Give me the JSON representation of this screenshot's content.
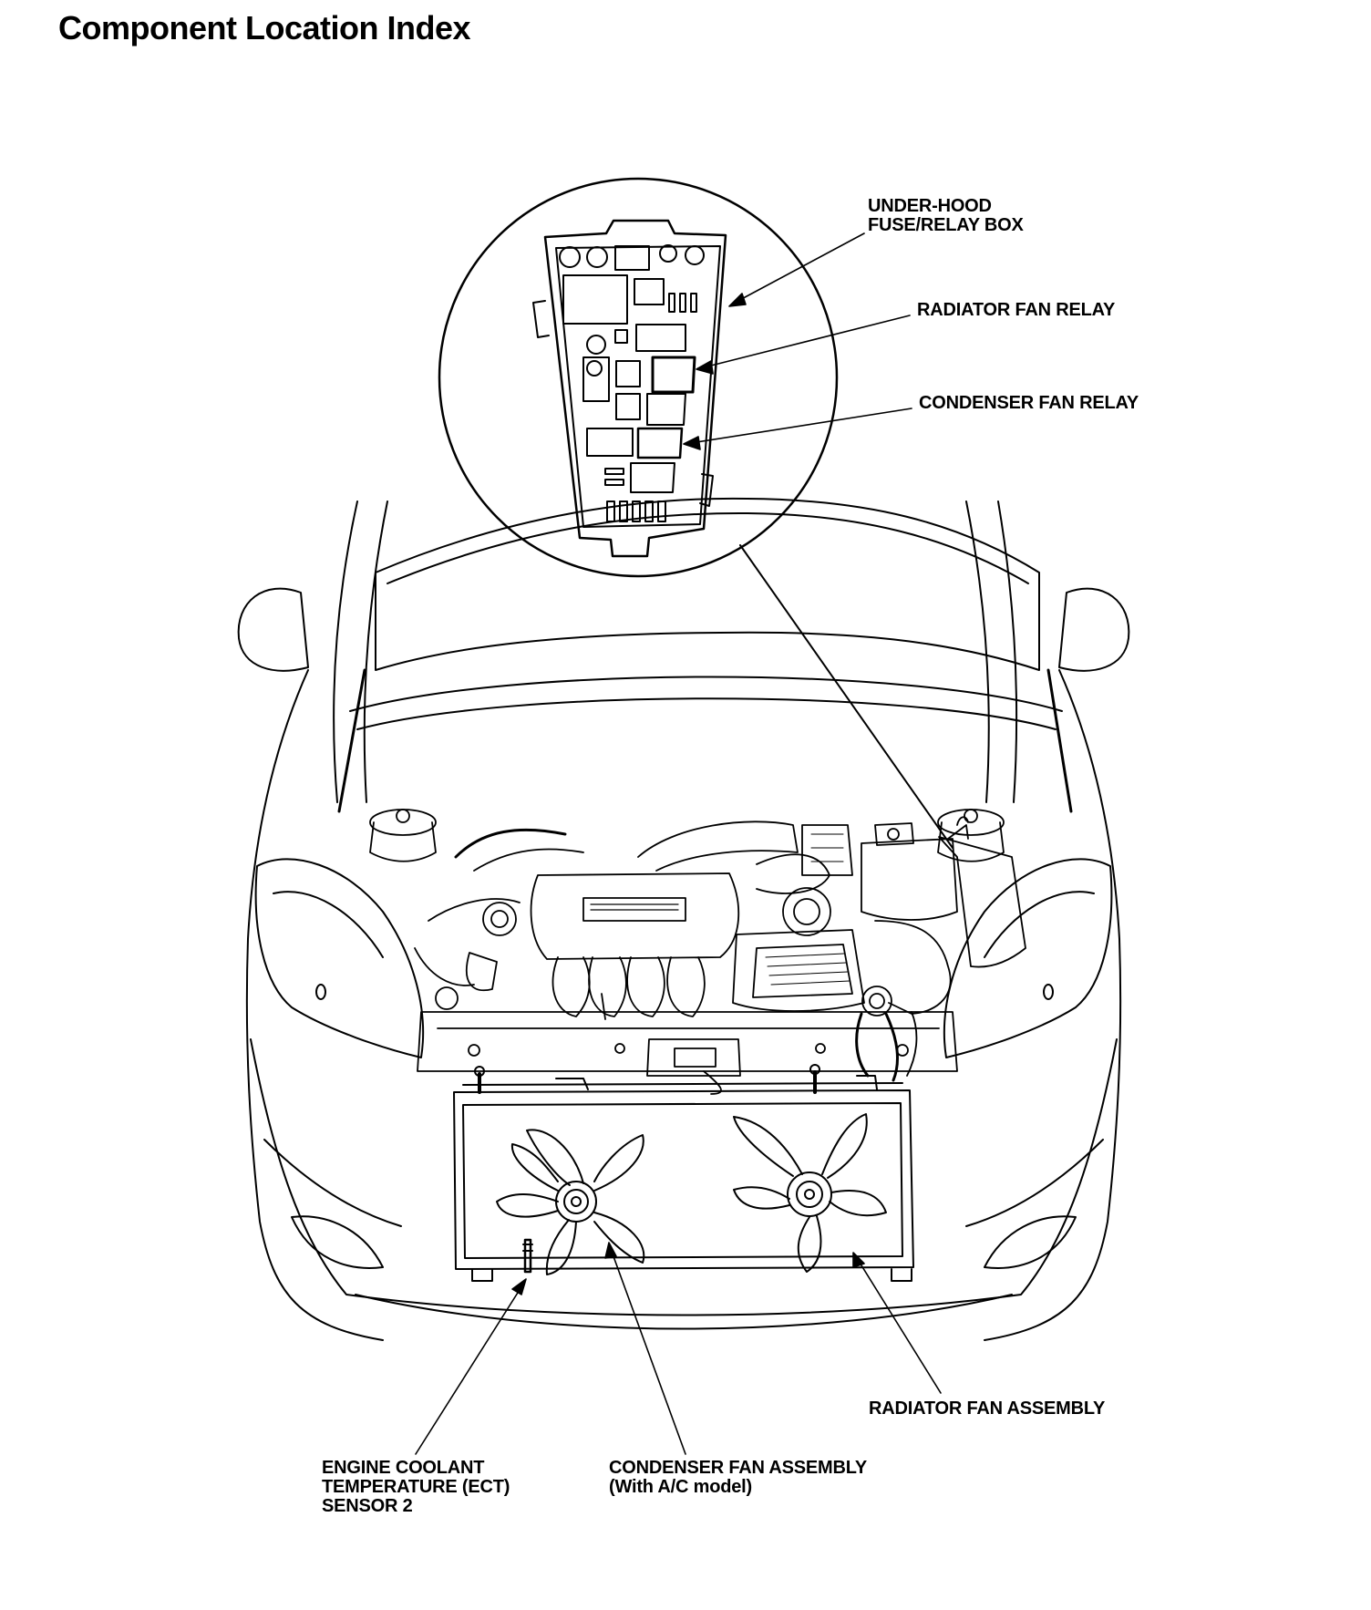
{
  "page": {
    "title": "Component Location Index"
  },
  "callouts": {
    "under_hood_box": {
      "line1": "UNDER-HOOD",
      "line2": "FUSE/RELAY BOX"
    },
    "radiator_fan_relay": {
      "text": "RADIATOR FAN RELAY"
    },
    "condenser_fan_relay": {
      "text": "CONDENSER FAN RELAY"
    },
    "radiator_fan_assembly": {
      "text": "RADIATOR FAN ASSEMBLY"
    },
    "ect_sensor": {
      "line1": "ENGINE COOLANT",
      "line2": "TEMPERATURE (ECT)",
      "line3": "SENSOR 2"
    },
    "condenser_fan_assembly": {
      "line1": "CONDENSER FAN ASSEMBLY",
      "line2": "(With A/C model)"
    }
  },
  "colors": {
    "ink": "#000000",
    "paper": "#ffffff"
  }
}
